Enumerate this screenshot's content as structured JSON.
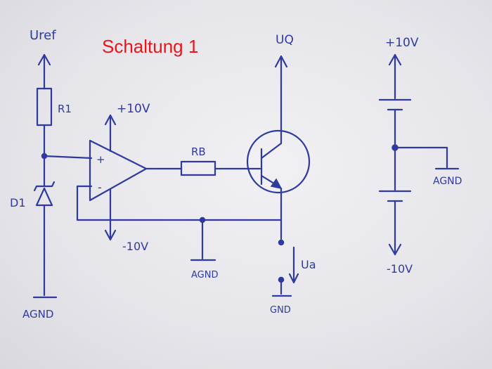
{
  "title": "Schaltung 1",
  "labels": {
    "uref": "Uref",
    "r1": "R1",
    "d1": "D1",
    "agnd_left": "AGND",
    "plus10v_opamp": "+10V",
    "minus10v_opamp": "-10V",
    "rb": "RB",
    "uq": "UQ",
    "agnd_mid": "AGND",
    "ua": "Ua",
    "gnd": "GND",
    "plus10v_supply": "+10V",
    "agnd_supply": "AGND",
    "minus10v_supply": "-10V",
    "opamp_plus": "+",
    "opamp_minus": "-"
  },
  "colors": {
    "ink": "#2f3a9e",
    "title": "#e8161b",
    "paper": "#e9e8ec"
  }
}
